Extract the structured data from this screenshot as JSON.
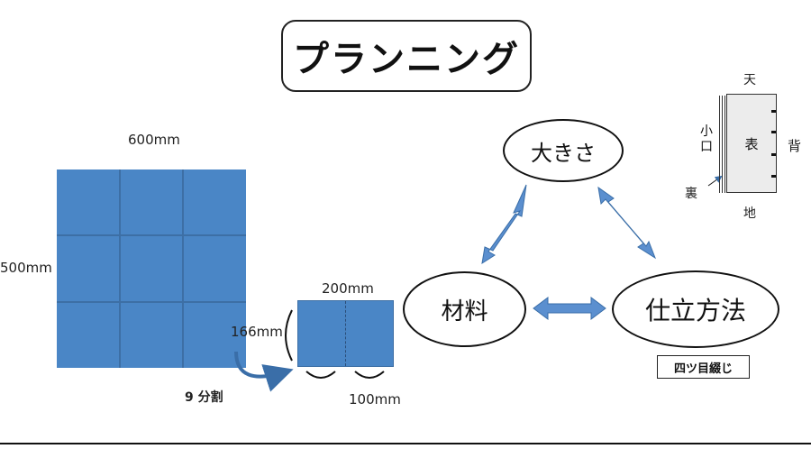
{
  "title": "プランニング",
  "sheet": {
    "width_label": "600mm",
    "height_label": "500mm",
    "cells": 9
  },
  "split_label": "9 分割",
  "piece": {
    "width_label": "200mm",
    "height_label": "166mm",
    "fold_label": "100mm"
  },
  "nodes": {
    "size": "大きさ",
    "material": "材料",
    "method": "仕立方法"
  },
  "binding_label": "四ツ目綴じ",
  "book": {
    "top": "天",
    "bottom": "地",
    "spine": "背",
    "fore_edge": "小口",
    "front": "表",
    "back": "裏"
  },
  "colors": {
    "paper_blue": "#4a86c6",
    "arrow_blue": "#5b8fcf"
  }
}
